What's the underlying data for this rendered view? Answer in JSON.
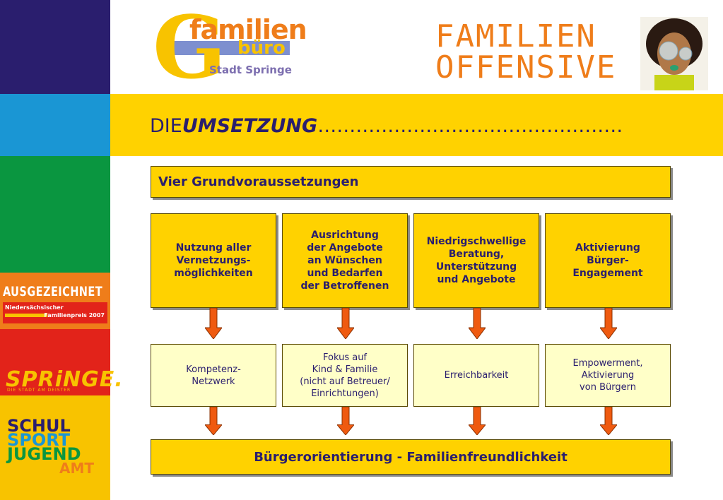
{
  "sidebar": {
    "badge_ausgezeichnet": "AUSGEZEICHNET",
    "badge_prize_line1": "Niedersächsischer",
    "badge_prize_line2": "Familienpreis 2007",
    "badge_springe": "SPRiNGE.",
    "badge_springe_sub": "DIE STADT AM DEISTER",
    "badge_schul": "SCHUL",
    "badge_sport": "SPORT",
    "badge_jugend": "JUGEND",
    "badge_amt": "AMT"
  },
  "header": {
    "logo_familien": "familien",
    "logo_buero": "büro",
    "logo_stadt": "Stadt Springe",
    "offensive_line1": "FAMILIEN",
    "offensive_line2": "OFFENSIVE"
  },
  "title": {
    "prefix": "DIE",
    "main": "UMSETZUNG",
    "dots": "…………………………………………"
  },
  "diagram": {
    "heading": "Vier Grundvoraussetzungen",
    "requirements": [
      "Nutzung aller\nVernetzungs-\nmöglichkeiten",
      "Ausrichtung\nder Angebote\nan Wünschen\nund Bedarfen\nder Betroffenen",
      "Niedrigschwellige\nBeratung,\nUnterstützung\nund Angebote",
      "Aktivierung\nBürger-\nEngagement"
    ],
    "results": [
      "Kompetenz-\nNetzwerk",
      "Fokus auf\nKind & Familie\n(nicht auf Betreuer/\nEinrichtungen)",
      "Erreichbarkeit",
      "Empowerment,\nAktivierung\nvon Bürgern"
    ],
    "goal": "Bürgerorientierung - Familienfreundlichkeit"
  },
  "colors": {
    "navy": "#2a1e6e",
    "yellow": "#ffd200",
    "orange": "#ef7d1a",
    "pale_yellow": "#ffffc8"
  }
}
